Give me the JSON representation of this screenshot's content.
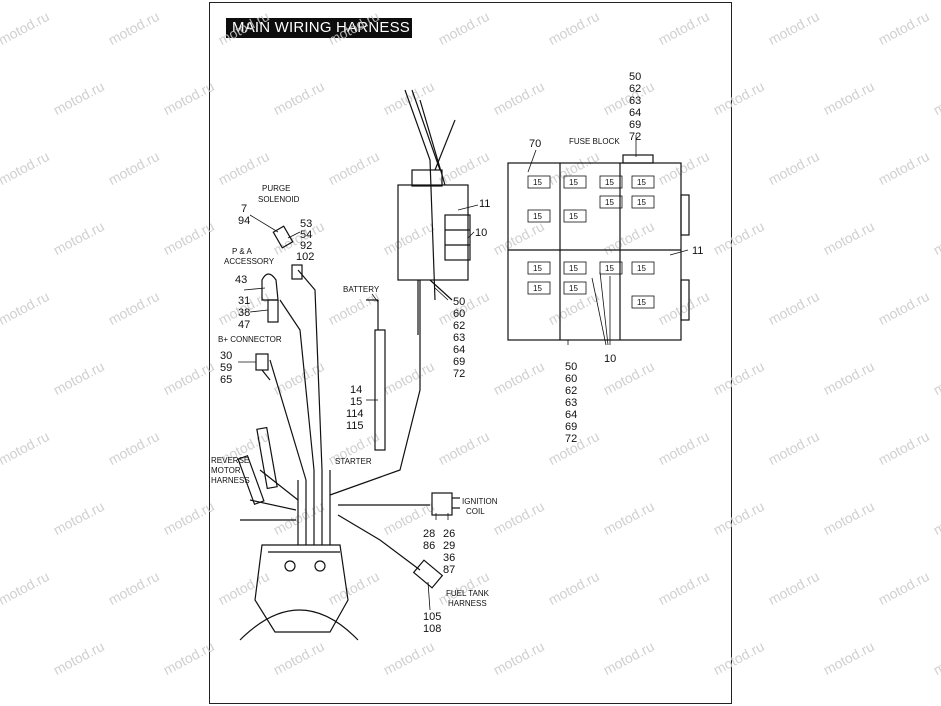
{
  "title": "MAIN WIRING  HARNESS",
  "watermark": "motod.ru",
  "labels": {
    "purge_solenoid": [
      "PURGE",
      "SOLENOID"
    ],
    "pa_accessory": [
      "P & A",
      "ACCESSORY"
    ],
    "b_connector": "B+ CONNECTOR",
    "battery": "BATTERY",
    "starter": "STARTER",
    "reverse_motor": [
      "REVERSE",
      "MOTOR",
      "HARNESS"
    ],
    "ignition_coil": [
      "IGNITION",
      "COIL"
    ],
    "fuel_tank": [
      "FUEL TANK",
      "HARNESS"
    ],
    "fuse_block": "FUSE BLOCK"
  },
  "callouts": {
    "purge_left": [
      "7",
      "94"
    ],
    "purge_right": [
      "53",
      "54",
      "92",
      "102"
    ],
    "pa_top": "43",
    "pa_list": [
      "31",
      "38",
      "47"
    ],
    "bplus_list": [
      "30",
      "59",
      "65"
    ],
    "battery_list": [
      "14",
      "15",
      "114",
      "115"
    ],
    "relay_11": "11",
    "relay_10": "10",
    "relay_list": [
      "50",
      "60",
      "62",
      "63",
      "64",
      "69",
      "72"
    ],
    "coil_left": [
      "28",
      "86"
    ],
    "coil_right": [
      "26",
      "29",
      "36",
      "87"
    ],
    "fuel_list": [
      "105",
      "108"
    ],
    "fuse_top_list": [
      "50",
      "62",
      "63",
      "64",
      "69",
      "72"
    ],
    "fuse_70": "70",
    "fuse_11": "11",
    "fuse_10": "10",
    "fuse_bottom_list": [
      "50",
      "60",
      "62",
      "63",
      "64",
      "69",
      "72"
    ]
  },
  "fuse_value": "15"
}
